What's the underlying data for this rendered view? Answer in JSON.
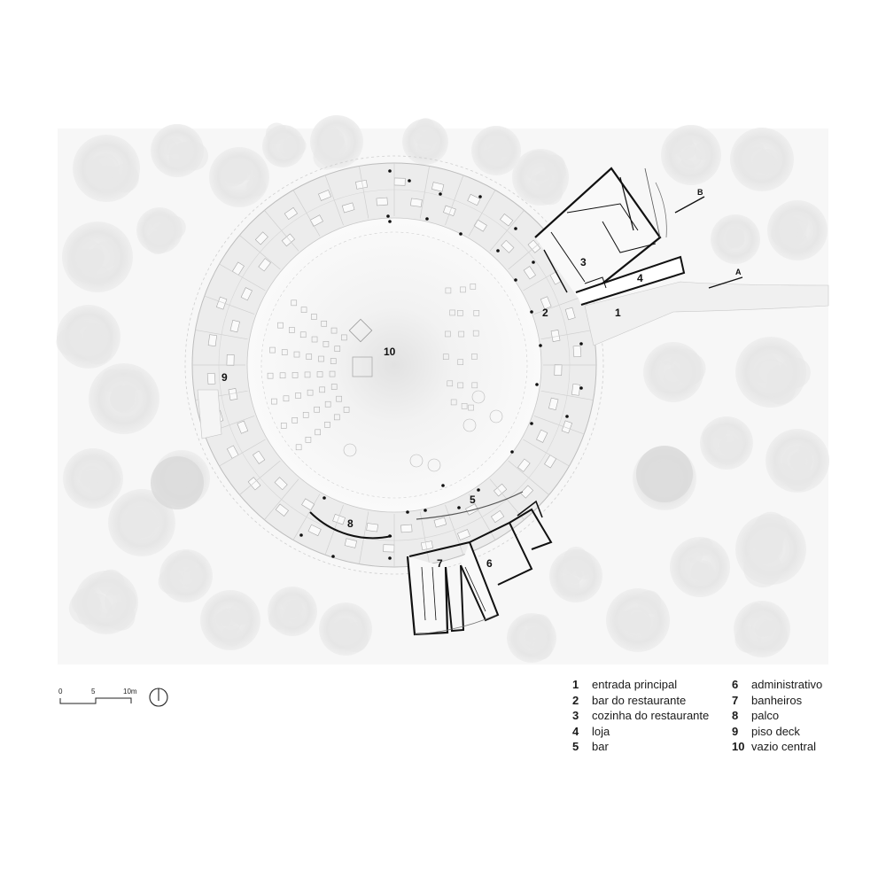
{
  "plan": {
    "labels": {
      "entrance": "1",
      "restaurant_bar": "2",
      "kitchen": "3",
      "shop": "4",
      "bar": "5",
      "admin": "6",
      "restrooms": "7",
      "stage": "8",
      "deck": "9",
      "central_void": "10"
    },
    "section_marks": {
      "a": "A",
      "b": "B"
    }
  },
  "scale_bar": {
    "tick_0": "0",
    "tick_5": "5",
    "tick_10": "10m"
  },
  "legend": {
    "left": [
      {
        "num": "1",
        "label": "entrada principal"
      },
      {
        "num": "2",
        "label": "bar do restaurante"
      },
      {
        "num": "3",
        "label": "cozinha do restaurante"
      },
      {
        "num": "4",
        "label": "loja"
      },
      {
        "num": "5",
        "label": "bar"
      }
    ],
    "right": [
      {
        "num": "6",
        "label": "administrativo"
      },
      {
        "num": "7",
        "label": "banheiros"
      },
      {
        "num": "8",
        "label": "palco"
      },
      {
        "num": "9",
        "label": "piso deck"
      },
      {
        "num": "10",
        "label": "vazio central"
      }
    ]
  }
}
